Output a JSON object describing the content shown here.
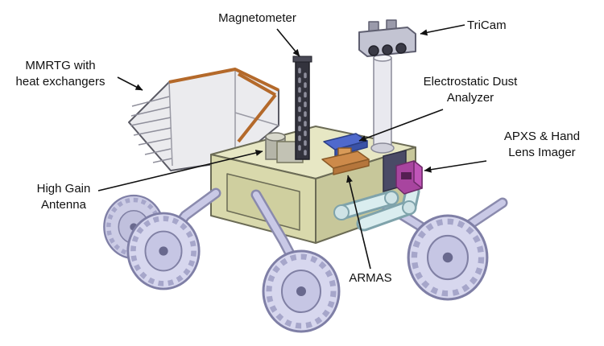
{
  "figure": {
    "type": "labeled-diagram",
    "subject": "planetary rover instrument callout diagram",
    "background": "#ffffff"
  },
  "labels": {
    "magnetometer": "Magnetometer",
    "tricam": "TriCam",
    "mmrtg": "MMRTG with\nheat exchangers",
    "electrostatic_dust_analyzer": "Electrostatic Dust\nAnalyzer",
    "apxs_hand_lens_imager": "APXS & Hand\nLens Imager",
    "high_gain_antenna": "High Gain\nAntenna",
    "armas": "ARMAS"
  },
  "colors": {
    "body_khaki": "#d9d9ac",
    "deck_khaki": "#e7e7c4",
    "wheel_lavender": "#d7d7ee",
    "suspension_lavender": "#c9c9e6",
    "mmrtg_white": "#ebebee",
    "mmrtg_accent_orange": "#b4692a",
    "dust_analyzer_blue": "#4f69cc",
    "armas_orange": "#cd8a4a",
    "apxs_purple": "#a8459f",
    "arm_pale_cyan": "#daedef",
    "mast_dark": "#33333d",
    "label_text": "#111111",
    "arrow": "#111111"
  }
}
